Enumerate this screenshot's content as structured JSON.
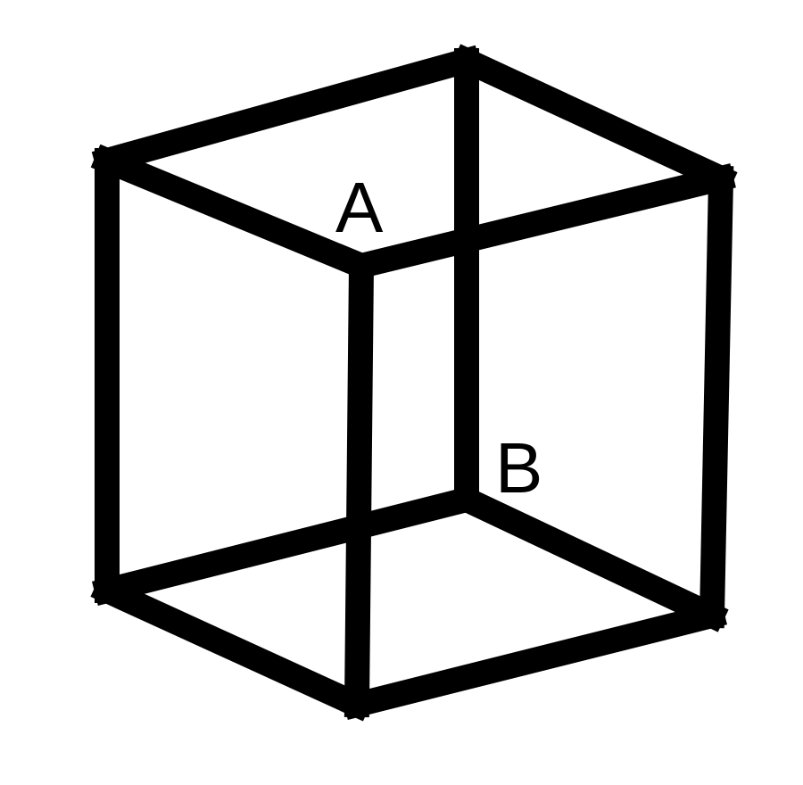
{
  "figure": {
    "type": "wireframe-cube",
    "labels": {
      "a": "A",
      "b": "B"
    },
    "colors": {
      "stroke": "#000000",
      "background": "#ffffff"
    }
  }
}
